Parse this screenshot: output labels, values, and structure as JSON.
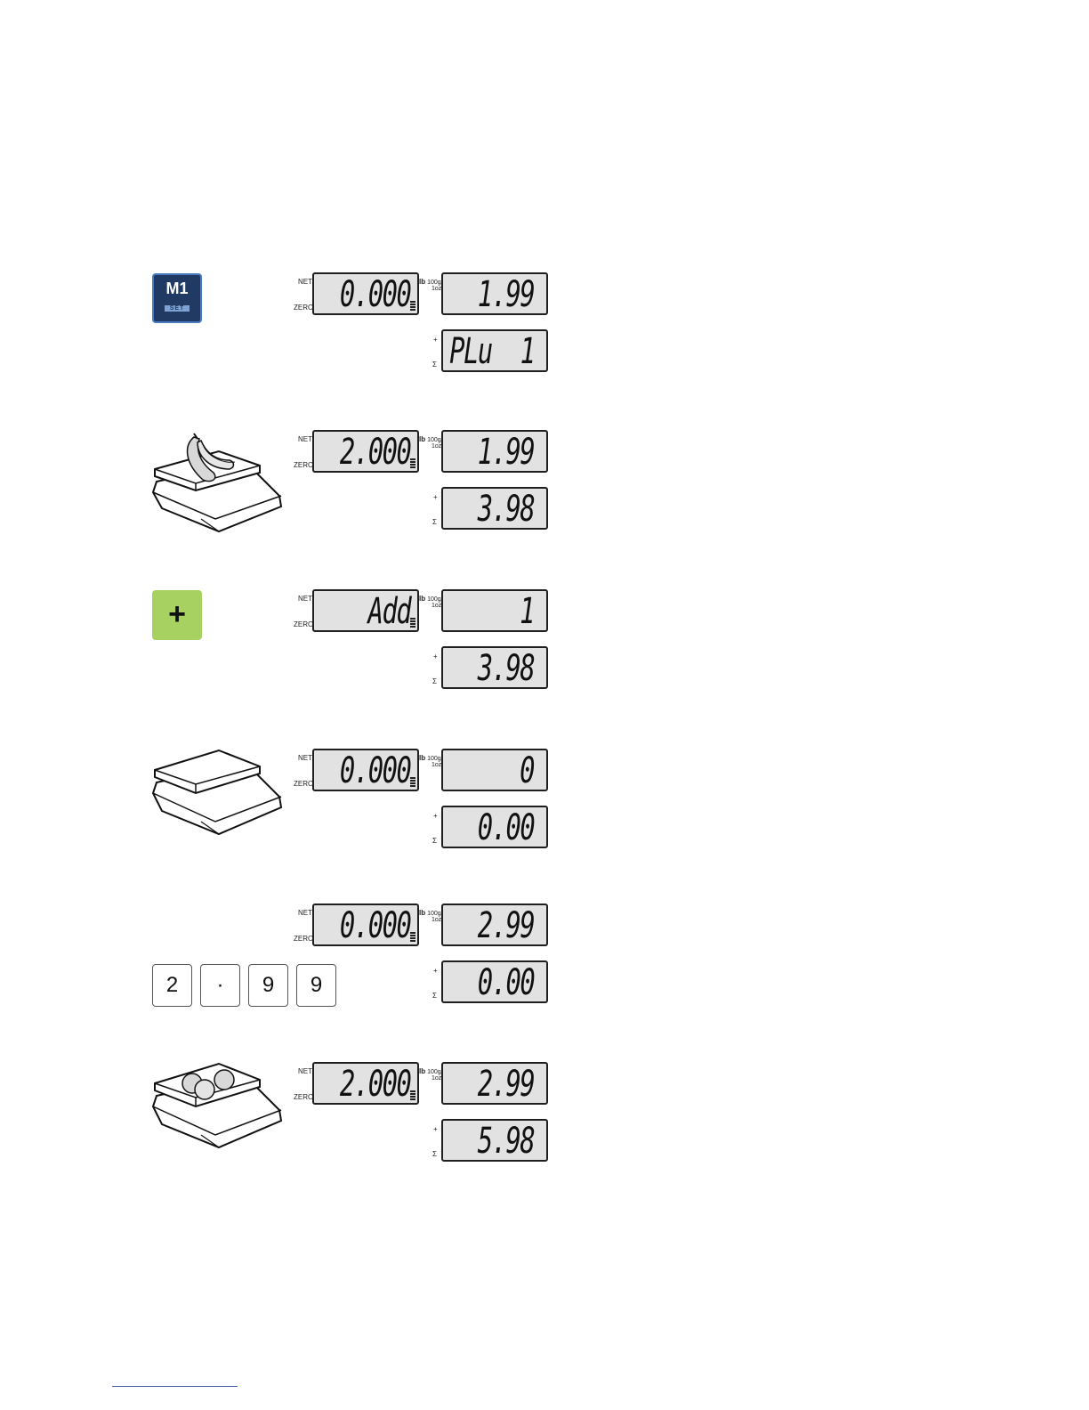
{
  "steps": [
    {
      "action": "m1-key",
      "key_label": "M1",
      "key_sublabel": "SET",
      "weight": "0.000",
      "unit_price": "1.99",
      "total": "PLu  1",
      "zero_marker": true,
      "plus_marker": false
    },
    {
      "action": "scale-bananas",
      "weight": "2.000",
      "unit_price": "1.99",
      "total": "3.98",
      "zero_marker": false,
      "plus_marker": false
    },
    {
      "action": "plus-key",
      "key_label": "+",
      "weight": "Add",
      "unit_price": "1",
      "total": "3.98",
      "zero_marker": false,
      "plus_marker": false
    },
    {
      "action": "scale-empty",
      "weight": "0.000",
      "unit_price": "0",
      "total": "0.00",
      "zero_marker": true,
      "plus_marker": true
    },
    {
      "action": "numeric-keys",
      "keys": [
        "2",
        "·",
        "9",
        "9"
      ],
      "weight": "0.000",
      "unit_price": "2.99",
      "total": "0.00",
      "zero_marker": true,
      "plus_marker": true
    },
    {
      "action": "scale-round-items",
      "weight": "2.000",
      "unit_price": "2.99",
      "total": "5.98",
      "zero_marker": false,
      "plus_marker": true
    }
  ],
  "labels": {
    "net": "NET",
    "zero": "ZERO",
    "unit_lb": "lb",
    "unit_100g": "100g/",
    "unit_1oz": "1oz",
    "plus": "+",
    "sigma": "Σ"
  }
}
